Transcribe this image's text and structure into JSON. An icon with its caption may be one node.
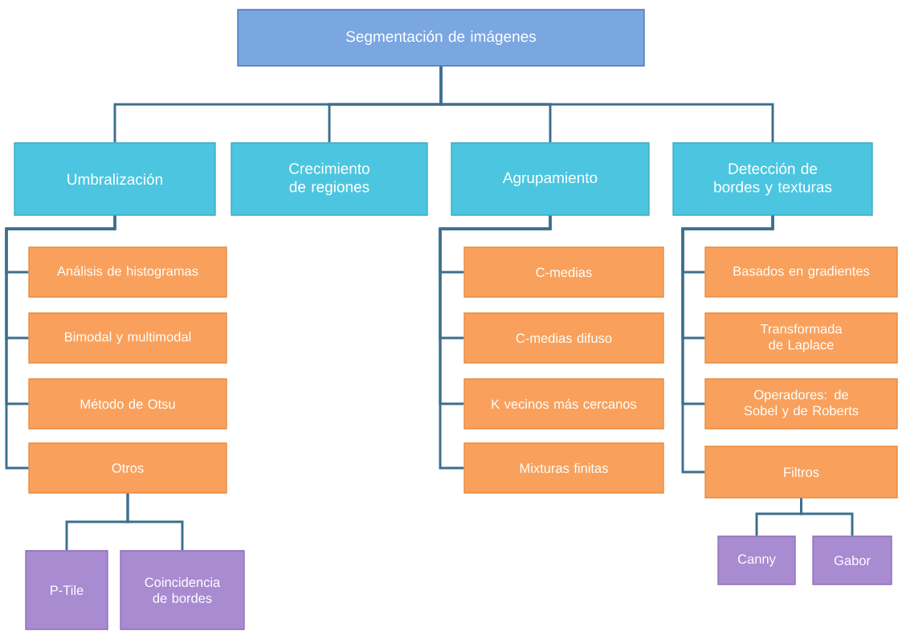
{
  "diagram": {
    "nodes": [
      {
        "text": [
          "Segmentación de imágenes"
        ]
      },
      {
        "text": [
          "Umbralización"
        ]
      },
      {
        "text": [
          "Crecimiento de regiones"
        ]
      },
      {
        "text": [
          "Agrupamiento"
        ]
      },
      {
        "text": [
          "Detección de bordes y texturas"
        ]
      },
      {
        "text": [
          "Análisis de histogramas"
        ]
      },
      {
        "text": [
          "Bimodal y multimodal"
        ]
      },
      {
        "text": [
          "Método de Otsu"
        ]
      },
      {
        "text": [
          "Otros"
        ]
      },
      {
        "text": [
          "P-Tile"
        ]
      },
      {
        "text": [
          "Coincidencia de bordes"
        ]
      },
      {
        "text": [
          "C-medias"
        ]
      },
      {
        "text": [
          "C-medias difuso"
        ]
      },
      {
        "text": [
          "K vecinos más cercanos"
        ]
      },
      {
        "text": [
          "Mixturas finitas"
        ]
      },
      {
        "text": [
          "Basados en gradientes"
        ]
      },
      {
        "text": [
          "Transformada de Laplace"
        ]
      },
      {
        "text": [
          "Operadores: de Sobel y de Roberts"
        ]
      },
      {
        "text": [
          "Filtros"
        ]
      },
      {
        "text": [
          "Canny"
        ]
      },
      {
        "text": [
          "Gabor"
        ]
      }
    ],
    "edges": [
      {
        "from": 0,
        "to": 1,
        "arrow": "none"
      },
      {
        "from": 0,
        "to": 2,
        "arrow": "none"
      },
      {
        "from": 0,
        "to": 3,
        "arrow": "none"
      },
      {
        "from": 0,
        "to": 4,
        "arrow": "none"
      },
      {
        "from": 1,
        "to": 5,
        "arrow": "none"
      },
      {
        "from": 1,
        "to": 6,
        "arrow": "none"
      },
      {
        "from": 1,
        "to": 7,
        "arrow": "none"
      },
      {
        "from": 1,
        "to": 8,
        "arrow": "none"
      },
      {
        "from": 8,
        "to": 9,
        "arrow": "none"
      },
      {
        "from": 8,
        "to": 10,
        "arrow": "none"
      },
      {
        "from": 3,
        "to": 11,
        "arrow": "none"
      },
      {
        "from": 3,
        "to": 12,
        "arrow": "none"
      },
      {
        "from": 3,
        "to": 13,
        "arrow": "none"
      },
      {
        "from": 3,
        "to": 14,
        "arrow": "none"
      },
      {
        "from": 4,
        "to": 15,
        "arrow": "none"
      },
      {
        "from": 4,
        "to": 16,
        "arrow": "none"
      },
      {
        "from": 4,
        "to": 17,
        "arrow": "none"
      },
      {
        "from": 4,
        "to": 18,
        "arrow": "none"
      },
      {
        "from": 18,
        "to": 19,
        "arrow": "none"
      },
      {
        "from": 18,
        "to": 20,
        "arrow": "none"
      }
    ]
  }
}
